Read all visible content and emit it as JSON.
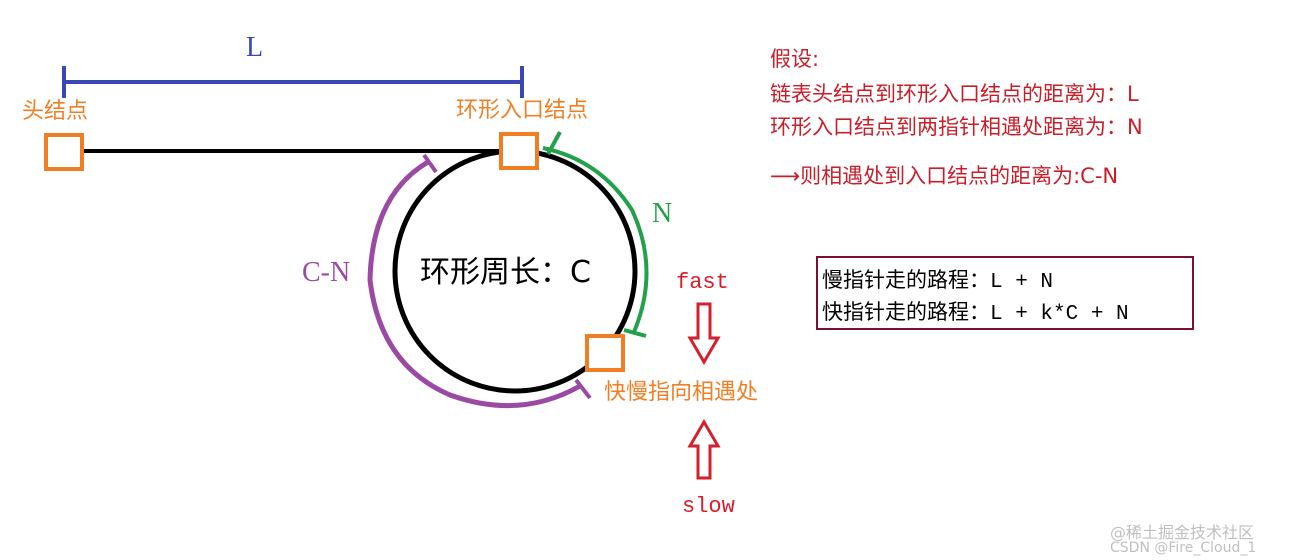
{
  "labels": {
    "L_top": "L",
    "head_node": "头结点",
    "entry_node": "环形入口结点",
    "circumference": "环形周长：C",
    "N_arc": "N",
    "CN_arc": "C-N",
    "meet_point": "快慢指向相遇处",
    "fast": "fast",
    "slow": "slow"
  },
  "assumptions": {
    "title": "假设:",
    "line1": "链表头结点到环形入口结点的距离为：L",
    "line2": "环形入口结点到两指针相遇处距离为：N",
    "line3": "⟶则相遇处到入口结点的距离为:C-N"
  },
  "path_box": {
    "slow_path": "慢指针走的路程：L + N",
    "fast_path": "快指针走的路程：L + k*C + N"
  },
  "watermark": {
    "line1": "@稀土掘金技术社区",
    "line2": "CSDN @Fire_Cloud_1"
  },
  "colors": {
    "orange": "#f07f24",
    "blue": "#3b47b3",
    "green": "#22a14a",
    "purple": "#9b4aa3",
    "red": "#d61e2c",
    "dark_red": "#7a1030"
  }
}
